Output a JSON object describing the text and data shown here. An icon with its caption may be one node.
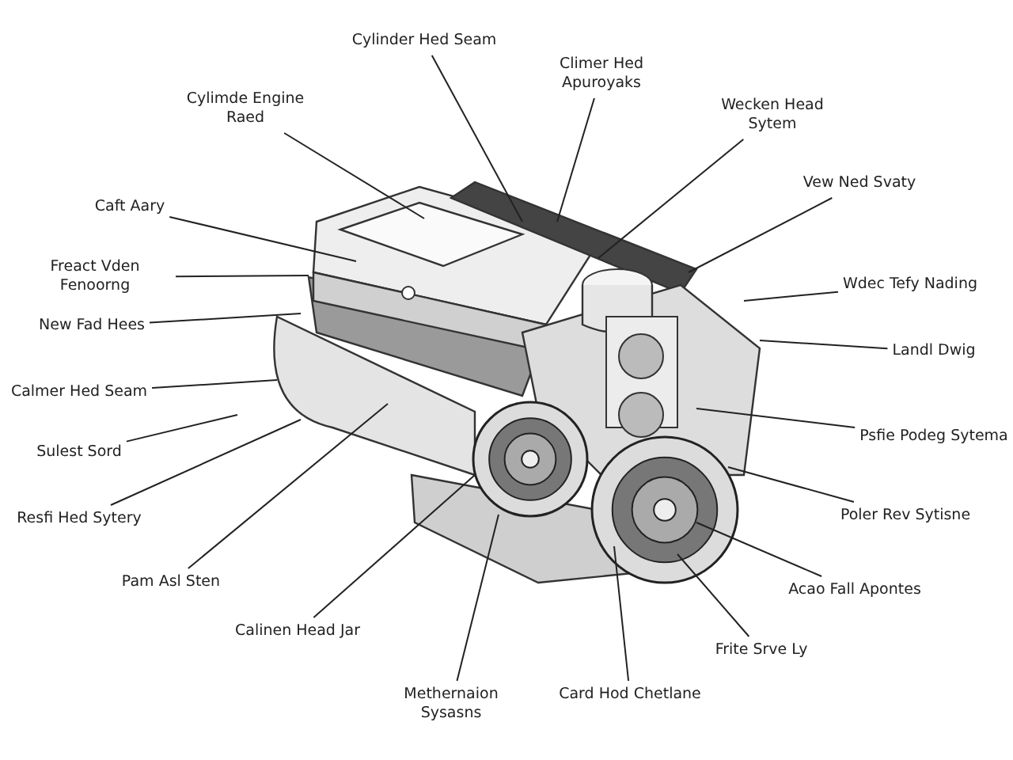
{
  "diagram": {
    "nodes": [
      {
        "text": [
          "Cylinder Hed Seam"
        ]
      },
      {
        "text": [
          "Climer Hed Apuroyaks"
        ]
      },
      {
        "text": [
          "Cylimde Engine Raed"
        ]
      },
      {
        "text": [
          "Wecken Head Sytem"
        ]
      },
      {
        "text": [
          "Vew Ned Svaty"
        ]
      },
      {
        "text": [
          "Caft Aary"
        ]
      },
      {
        "text": [
          "Freact Vden Fenoorng"
        ]
      },
      {
        "text": [
          "Wdec Tefy Nading"
        ]
      },
      {
        "text": [
          "New Fad Hees"
        ]
      },
      {
        "text": [
          "Landl Dwig"
        ]
      },
      {
        "text": [
          "Calmer Hed Seam"
        ]
      },
      {
        "text": [
          "Sulest Sord"
        ]
      },
      {
        "text": [
          "Psfie Podeg Sytema"
        ]
      },
      {
        "text": [
          "Resfi Hed Sytery"
        ]
      },
      {
        "text": [
          "Poler Rev Sytisne"
        ]
      },
      {
        "text": [
          "Pam Asl Sten"
        ]
      },
      {
        "text": [
          "Acao Fall Apontes"
        ]
      },
      {
        "text": [
          "Calinen Head Jar"
        ]
      },
      {
        "text": [
          "Frite Srve Ly"
        ]
      },
      {
        "text": [
          "Methernaion Sysasns"
        ]
      },
      {
        "text": [
          "Card Hod Chetlane"
        ]
      }
    ],
    "edges": [
      {
        "from": 0,
        "to": null,
        "arrow": "none"
      },
      {
        "from": 1,
        "to": null,
        "arrow": "none"
      },
      {
        "from": 2,
        "to": null,
        "arrow": "none"
      },
      {
        "from": 3,
        "to": null,
        "arrow": "none"
      },
      {
        "from": 4,
        "to": null,
        "arrow": "none"
      },
      {
        "from": 5,
        "to": null,
        "arrow": "none"
      },
      {
        "from": 6,
        "to": null,
        "arrow": "none"
      },
      {
        "from": 7,
        "to": null,
        "arrow": "none"
      },
      {
        "from": 8,
        "to": null,
        "arrow": "none"
      },
      {
        "from": 9,
        "to": null,
        "arrow": "none"
      },
      {
        "from": 10,
        "to": null,
        "arrow": "none"
      },
      {
        "from": 11,
        "to": null,
        "arrow": "none"
      },
      {
        "from": 12,
        "to": null,
        "arrow": "none"
      },
      {
        "from": 13,
        "to": null,
        "arrow": "none"
      },
      {
        "from": 14,
        "to": null,
        "arrow": "none"
      },
      {
        "from": 15,
        "to": null,
        "arrow": "none"
      },
      {
        "from": 16,
        "to": null,
        "arrow": "none"
      },
      {
        "from": 17,
        "to": null,
        "arrow": "none"
      },
      {
        "from": 18,
        "to": null,
        "arrow": "none"
      },
      {
        "from": 19,
        "to": null,
        "arrow": "none"
      },
      {
        "from": 20,
        "to": null,
        "arrow": "none"
      }
    ]
  }
}
